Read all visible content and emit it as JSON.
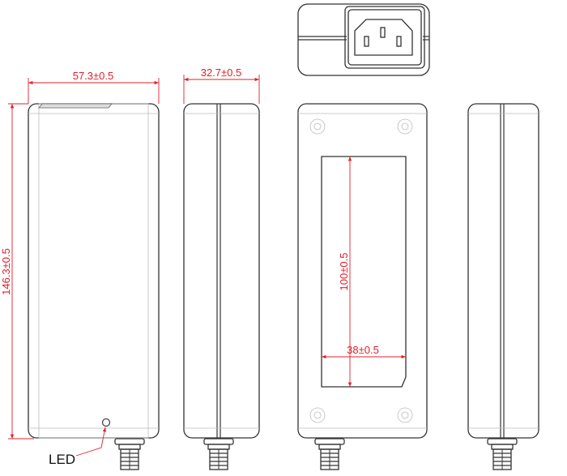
{
  "dimensions": {
    "width": "57.3±0.5",
    "thickness": "32.7±0.5",
    "length": "146.3±0.5",
    "label_length": "100±0.5",
    "label_width": "38±0.5"
  },
  "callouts": {
    "led": "LED"
  },
  "colors": {
    "dimension": "#e0202a",
    "outline": "#333333"
  }
}
